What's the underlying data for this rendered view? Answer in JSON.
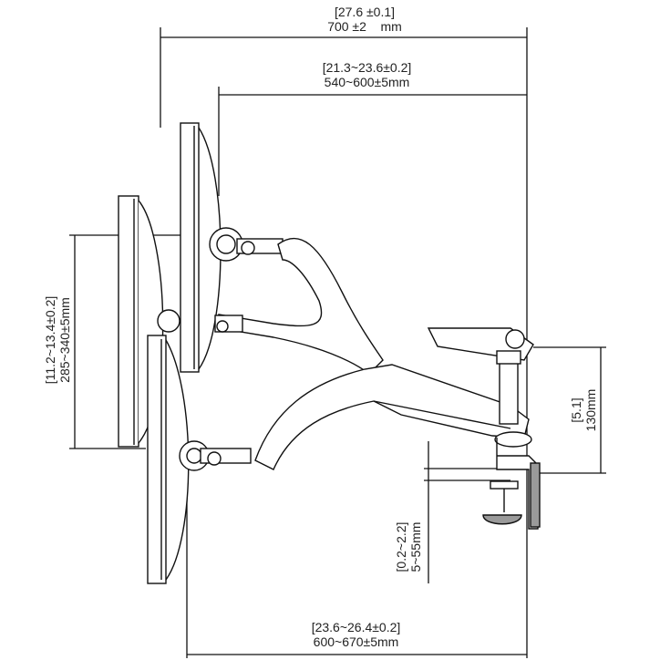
{
  "dimensions": {
    "overall_depth": {
      "inch": "[27.6 ±0.1]",
      "mm": "700 ±2    mm"
    },
    "upper_reach": {
      "inch": "[21.3~23.6±0.2]",
      "mm": "540~600±5mm"
    },
    "monitor_height_range": {
      "inch": "[11.2~13.4±0.2]",
      "mm": "285~340±5mm"
    },
    "pole_height": {
      "inch": "[5.1]",
      "mm": "130mm"
    },
    "clamp_range": {
      "inch": "[0.2~2.2]",
      "mm": "5~55mm"
    },
    "lower_reach": {
      "inch": "[23.6~26.4±0.2]",
      "mm": "600~670±5mm"
    }
  },
  "colors": {
    "line": "#111111",
    "fill": "#ffffff",
    "shade": "#9a9a9a"
  }
}
